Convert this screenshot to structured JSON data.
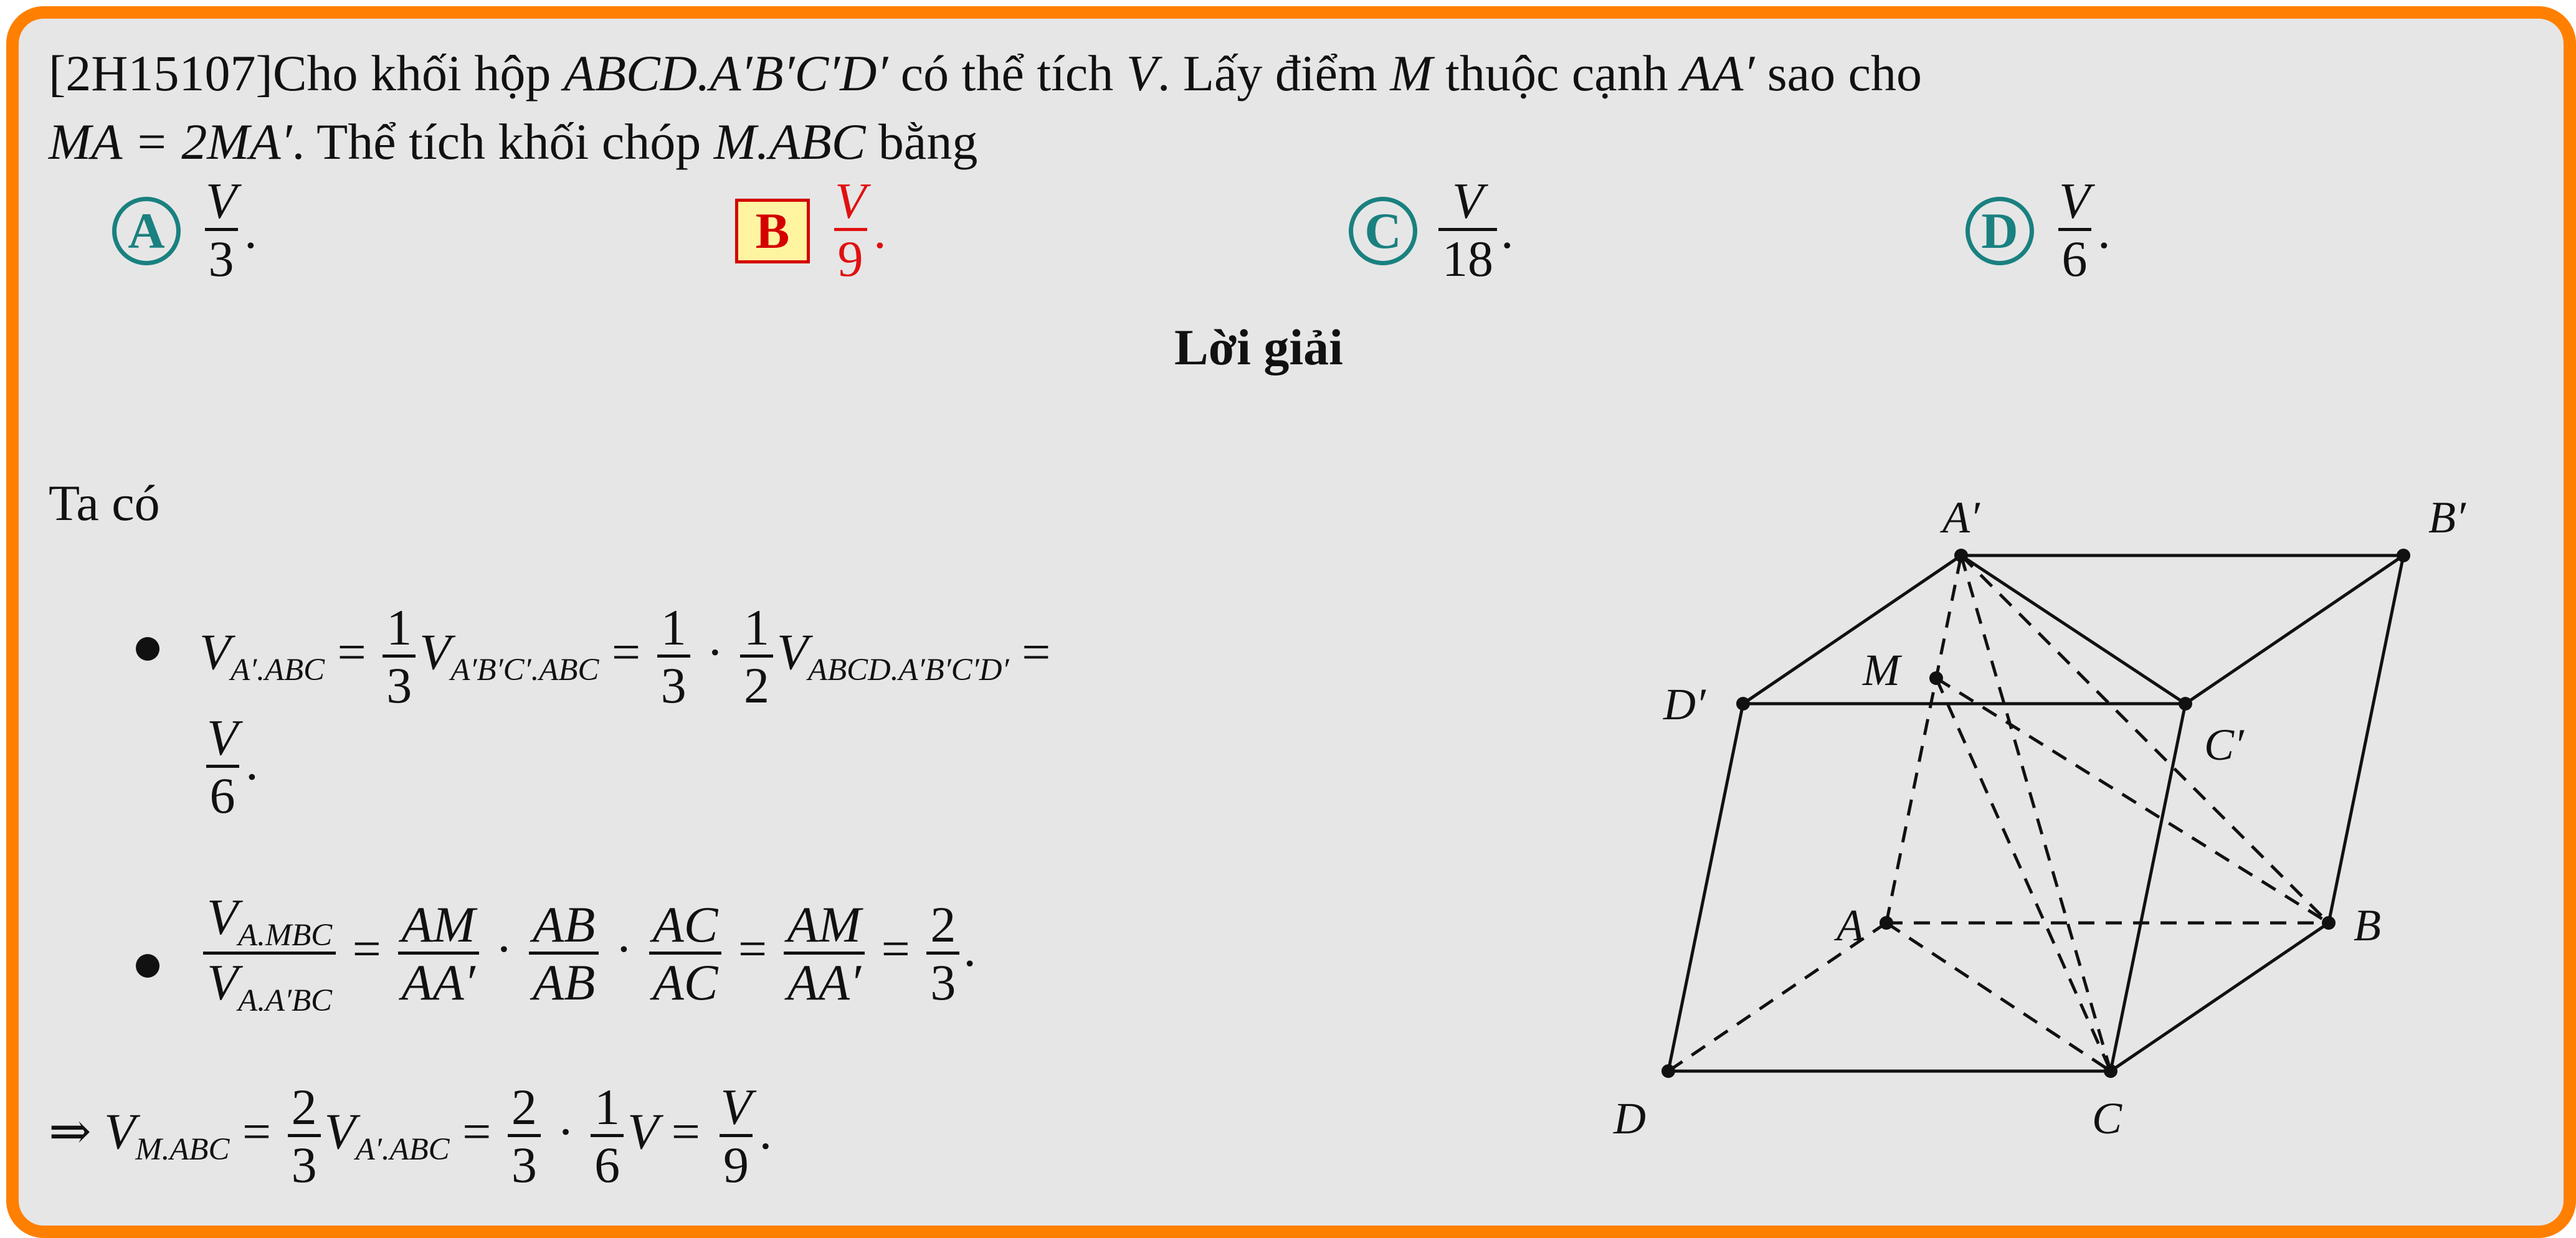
{
  "question": {
    "code": "[2H15107]",
    "text_1": "Cho khối hộp ",
    "solid": "ABCD.A′B′C′D′",
    "text_2": " có thể tích ",
    "vol": "V",
    "text_3": ". Lấy điểm ",
    "point": "M",
    "text_4": " thuộc cạnh ",
    "edge": "AA′",
    "text_5": " sao cho",
    "cond": "MA = 2MA′",
    "text_6": ". Thể tích khối chóp ",
    "pyramid": "M.ABC",
    "text_7": " bằng"
  },
  "options": [
    {
      "letter": "A",
      "num": "V",
      "den": "3",
      "tail": "."
    },
    {
      "letter": "B",
      "num": "V",
      "den": "9",
      "tail": ".",
      "correct": true
    },
    {
      "letter": "C",
      "num": "V",
      "den": "18",
      "tail": "."
    },
    {
      "letter": "D",
      "num": "V",
      "den": "6",
      "tail": "."
    }
  ],
  "solution": {
    "heading": "Lời giải",
    "intro": "Ta có",
    "b1": {
      "lhs": "V",
      "lhs_sub": "A′.ABC",
      "f1_num": "1",
      "f1_den": "3",
      "v2": "V",
      "v2_sub": "A′B′C′.ABC",
      "eq": "=",
      "f2_num": "1",
      "f2_den": "3",
      "dot": "·",
      "f3_num": "1",
      "f3_den": "2",
      "v3": "V",
      "v3_sub": "ABCD.A′B′C′D′",
      "r_num": "V",
      "r_den": "6",
      "tail": "."
    },
    "b2": {
      "l_num": "V",
      "l_num_sub": "A.MBC",
      "l_den": "V",
      "l_den_sub": "A.A′BC",
      "a_num": "AM",
      "a_den": "AA′",
      "b_num": "AB",
      "b_den": "AB",
      "c_num": "AC",
      "c_den": "AC",
      "d_num": "AM",
      "d_den": "AA′",
      "r_num": "2",
      "r_den": "3",
      "tail": "."
    },
    "final": {
      "arrow": "⇒",
      "v1": "V",
      "v1_sub": "M.ABC",
      "f1_num": "2",
      "f1_den": "3",
      "v2": "V",
      "v2_sub": "A′.ABC",
      "f2_num": "2",
      "f2_den": "3",
      "f3_num": "1",
      "f3_den": "6",
      "v3": "V",
      "r_num": "V",
      "r_den": "9",
      "tail": "."
    }
  },
  "figure": {
    "labels": {
      "A": "A",
      "B": "B",
      "C": "C",
      "D": "D",
      "A1": "A′",
      "B1": "B′",
      "C1": "C′",
      "D1": "D′",
      "M": "M"
    }
  }
}
